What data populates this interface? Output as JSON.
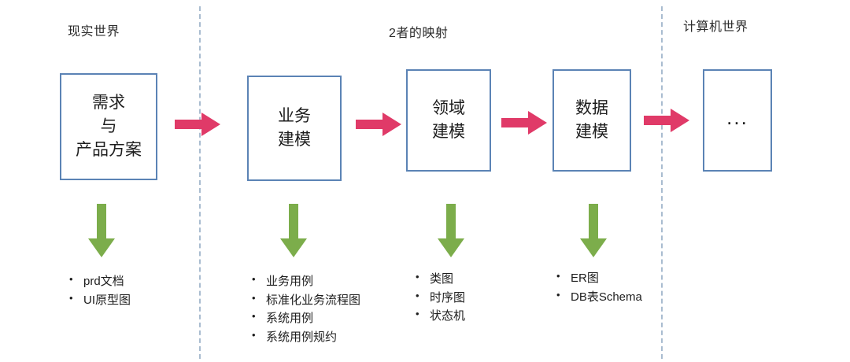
{
  "diagram": {
    "zones": [
      {
        "id": "real-world",
        "label": "现实世界"
      },
      {
        "id": "mapping",
        "label": "2者的映射"
      },
      {
        "id": "computer-world",
        "label": "计算机世界"
      }
    ],
    "dividers": [
      {
        "id": "divider-left"
      },
      {
        "id": "divider-right"
      }
    ],
    "stages": [
      {
        "id": "requirements",
        "lines": [
          "需求",
          "与",
          "产品方案"
        ]
      },
      {
        "id": "business-modeling",
        "lines": [
          "业务",
          "建模"
        ]
      },
      {
        "id": "domain-modeling",
        "lines": [
          "领域",
          "建模"
        ]
      },
      {
        "id": "data-modeling",
        "lines": [
          "数据",
          "建模"
        ]
      },
      {
        "id": "more",
        "lines": [
          "..."
        ]
      }
    ],
    "flow_arrows": [
      {
        "id": "arrow-0",
        "color": "#e03a68"
      },
      {
        "id": "arrow-1",
        "color": "#e03a68"
      },
      {
        "id": "arrow-2",
        "color": "#e03a68"
      },
      {
        "id": "arrow-3",
        "color": "#e03a68"
      }
    ],
    "output_arrows": [
      {
        "id": "out-arrow-0",
        "color": "#7cad4b"
      },
      {
        "id": "out-arrow-1",
        "color": "#7cad4b"
      },
      {
        "id": "out-arrow-2",
        "color": "#7cad4b"
      },
      {
        "id": "out-arrow-3",
        "color": "#7cad4b"
      }
    ],
    "artifact_groups": [
      {
        "id": "requirements-artifacts",
        "items": [
          "prd文档",
          "UI原型图"
        ]
      },
      {
        "id": "business-artifacts",
        "items": [
          "业务用例",
          "标准化业务流程图",
          "系统用例",
          "系统用例规约"
        ]
      },
      {
        "id": "domain-artifacts",
        "items": [
          "类图",
          "时序图",
          "状态机"
        ]
      },
      {
        "id": "data-artifacts",
        "items": [
          "ER图",
          "DB表Schema"
        ]
      }
    ],
    "colors": {
      "box_border": "#5b83b5",
      "flow_arrow": "#e03a68",
      "output_arrow": "#7cad4b",
      "divider": "#a9bcd0",
      "text": "#1d1d1d",
      "background": "#ffffff"
    }
  }
}
